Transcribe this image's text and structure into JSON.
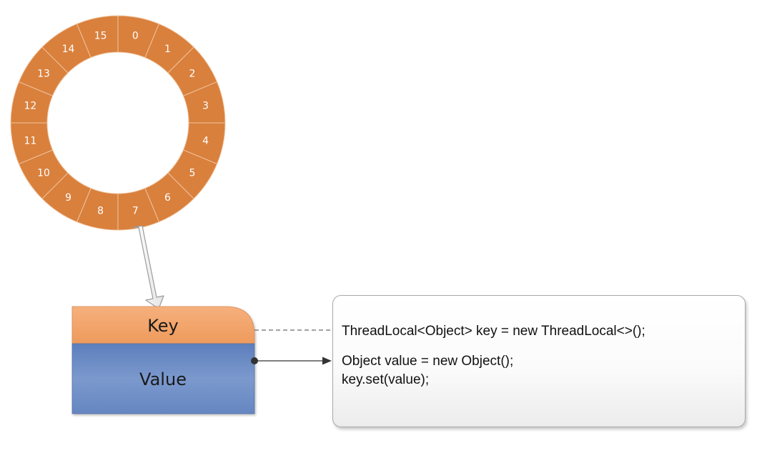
{
  "ring": {
    "slots": [
      "0",
      "1",
      "2",
      "3",
      "4",
      "5",
      "6",
      "7",
      "8",
      "9",
      "10",
      "11",
      "12",
      "13",
      "14",
      "15"
    ],
    "fill_color": "#d9803d",
    "divider_color": "#f0c39c"
  },
  "entry": {
    "key_label": "Key",
    "value_label": "Value",
    "key_color": "#f3a266",
    "value_color": "#6f8fc6"
  },
  "code": {
    "declaration": "ThreadLocal<Object> key = new ThreadLocal<>();",
    "assign_line": "Object value = new Object();",
    "set_line": "key.set(value);"
  }
}
